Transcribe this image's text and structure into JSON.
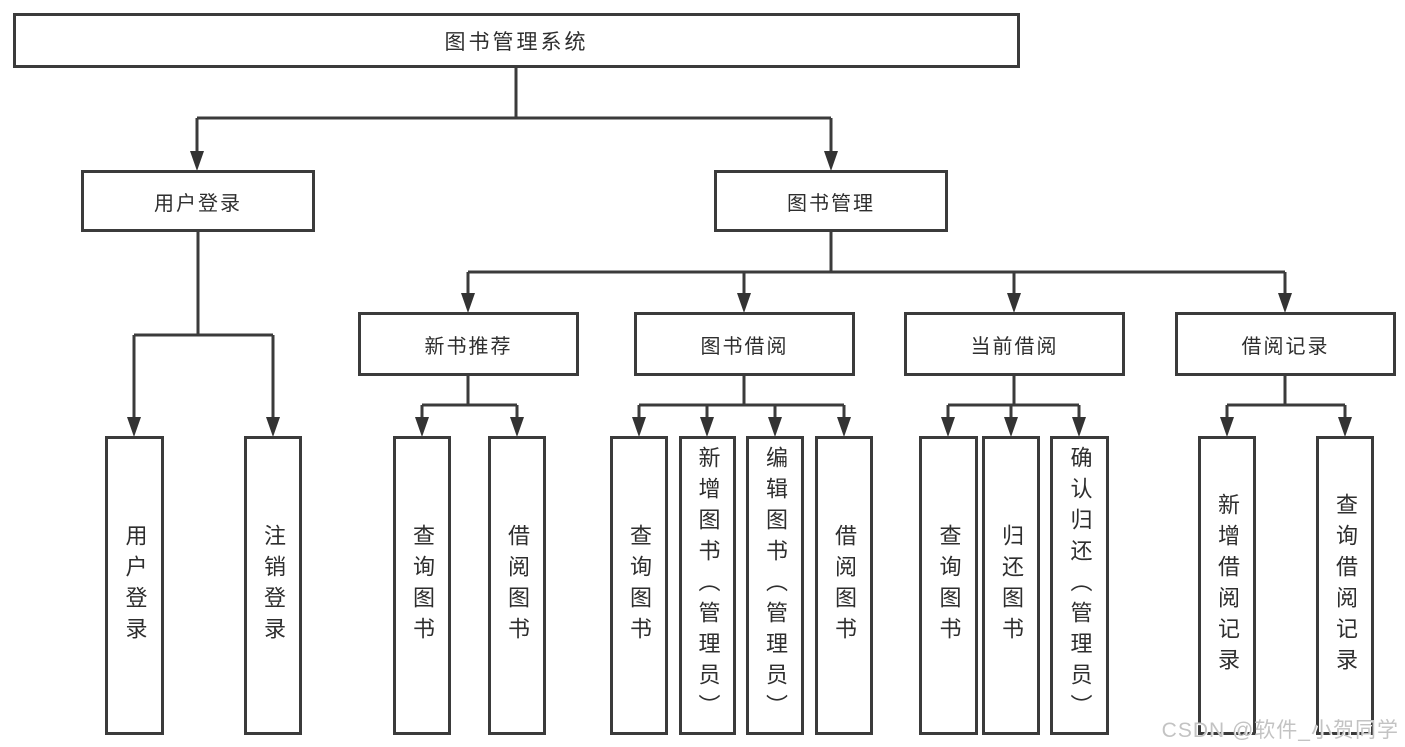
{
  "diagram": {
    "root": {
      "label": "图书管理系统"
    },
    "level2": [
      {
        "label": "用户登录"
      },
      {
        "label": "图书管理"
      }
    ],
    "level3": [
      {
        "label": "新书推荐"
      },
      {
        "label": "图书借阅"
      },
      {
        "label": "当前借阅"
      },
      {
        "label": "借阅记录"
      }
    ],
    "leaves": [
      {
        "label": "用户登录"
      },
      {
        "label": "注销登录"
      },
      {
        "label": "查询图书"
      },
      {
        "label": "借阅图书"
      },
      {
        "label": "查询图书"
      },
      {
        "label": "新增图书（管理员）"
      },
      {
        "label": "编辑图书（管理员）"
      },
      {
        "label": "借阅图书"
      },
      {
        "label": "查询图书"
      },
      {
        "label": "归还图书"
      },
      {
        "label": "确认归还（管理员）"
      },
      {
        "label": "新增借阅记录"
      },
      {
        "label": "查询借阅记录"
      }
    ]
  },
  "watermark": {
    "text": "CSDN @软件_小贺同学"
  },
  "colors": {
    "line": "#3b3b3b",
    "text": "#2e2e2e",
    "background": "#ffffff",
    "watermark": "#c3c3c3"
  }
}
